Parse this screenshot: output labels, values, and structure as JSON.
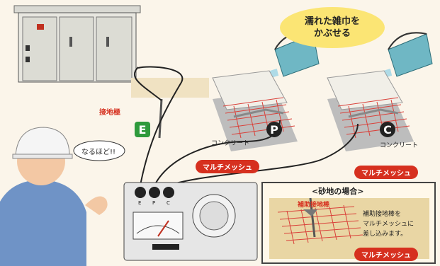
{
  "bubble": {
    "line1": "濡れた雑巾を",
    "line2": "かぶせる"
  },
  "ground_electrode_label": "接地極",
  "terminal_e": "E",
  "terminal_p": "P",
  "terminal_c": "C",
  "concrete_label_p": "コンクリート",
  "concrete_label_c": "コンクリート",
  "multi_mesh_p": "マルチメッシュ",
  "multi_mesh_c": "マルチメッシュ",
  "multi_mesh_inset": "マルチメッシュ",
  "speech": "なるほど!!",
  "inset": {
    "title": "<砂地の場合>",
    "aux_electrode_label": "補助接地棒",
    "note_line1": "補助接地棒を",
    "note_line2": "マルチメッシュに",
    "note_line3": "差し込みます。"
  },
  "meter": {
    "terminals": [
      "E",
      "P",
      "C"
    ]
  },
  "colors": {
    "accent_red": "#d6301f",
    "terminal_green": "#2e9a3c",
    "bubble_yellow": "#fbe574",
    "bucket_teal": "#6fb7c4",
    "mesh_red": "#d9413a"
  }
}
